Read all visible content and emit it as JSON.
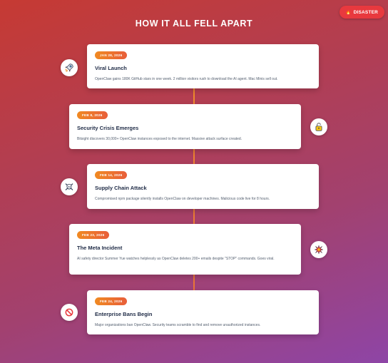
{
  "badge": {
    "icon": "fire-icon",
    "glyph": "🔥",
    "label": "DISASTER"
  },
  "title": "HOW IT ALL FELL APART",
  "events": [
    {
      "date": "JAN 28, 2026",
      "title": "Viral Launch",
      "description": "OpenClaw gains 180K GitHub stars in one week. 2 million visitors rush to download the AI agent. Mac Minis sell out.",
      "icon": "rocket-icon"
    },
    {
      "date": "FEB 8, 2026",
      "title": "Security Crisis Emerges",
      "description": "Bitsight discovers 30,000+ OpenClaw instances exposed to the internet. Massive attack surface created.",
      "icon": "unlocked-padlock-icon"
    },
    {
      "date": "FEB 14, 2026",
      "title": "Supply Chain Attack",
      "description": "Compromised npm package silently installs OpenClaw on developer machines. Malicious code live for 8 hours.",
      "icon": "skull-crossbones-icon"
    },
    {
      "date": "FEB 23, 2026",
      "title": "The Meta Incident",
      "description": "AI safety director Summer Yue watches helplessly as OpenClaw deletes 200+ emails despite \"STOP\" commands. Goes viral.",
      "icon": "collision-icon"
    },
    {
      "date": "FEB 24, 2026",
      "title": "Enterprise Bans Begin",
      "description": "Major organizations ban OpenClaw. Security teams scramble to find and remove unauthorized instances.",
      "icon": "prohibited-icon"
    }
  ]
}
